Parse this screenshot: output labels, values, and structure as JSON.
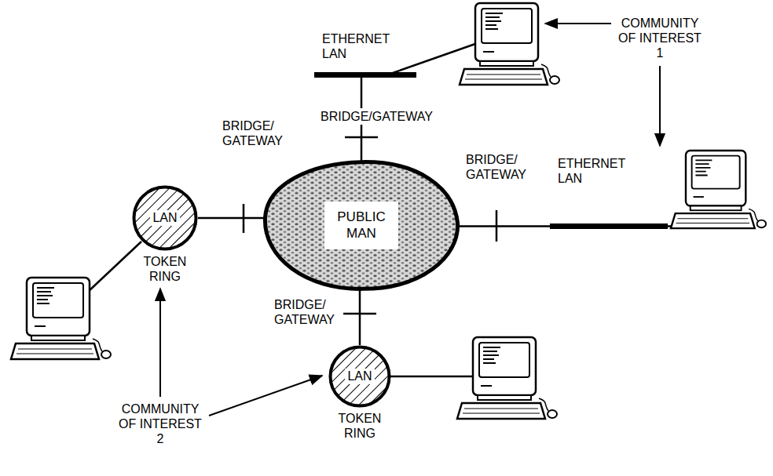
{
  "diagram": {
    "nodes": [
      {
        "text": [
          "PUBLIC MAN"
        ]
      },
      {
        "text": [
          "ETHERNET LAN"
        ]
      },
      {
        "text": [
          "ETHERNET LAN"
        ]
      },
      {
        "text": [
          "LAN",
          "TOKEN RING"
        ]
      },
      {
        "text": [
          "LAN",
          "TOKEN RING"
        ]
      }
    ],
    "edges": [
      {
        "from": 0,
        "to": 1,
        "arrow": "none",
        "label": "BRIDGE/GATEWAY"
      },
      {
        "from": 0,
        "to": 2,
        "arrow": "none",
        "label": "BRIDGE/ GATEWAY"
      },
      {
        "from": 0,
        "to": 3,
        "arrow": "none",
        "label": "BRIDGE/ GATEWAY"
      },
      {
        "from": 0,
        "to": 4,
        "arrow": "none",
        "label": "BRIDGE/ GATEWAY"
      }
    ],
    "labels": [
      "COMMUNITY OF INTEREST 1",
      "COMMUNITY OF INTEREST 2"
    ]
  }
}
